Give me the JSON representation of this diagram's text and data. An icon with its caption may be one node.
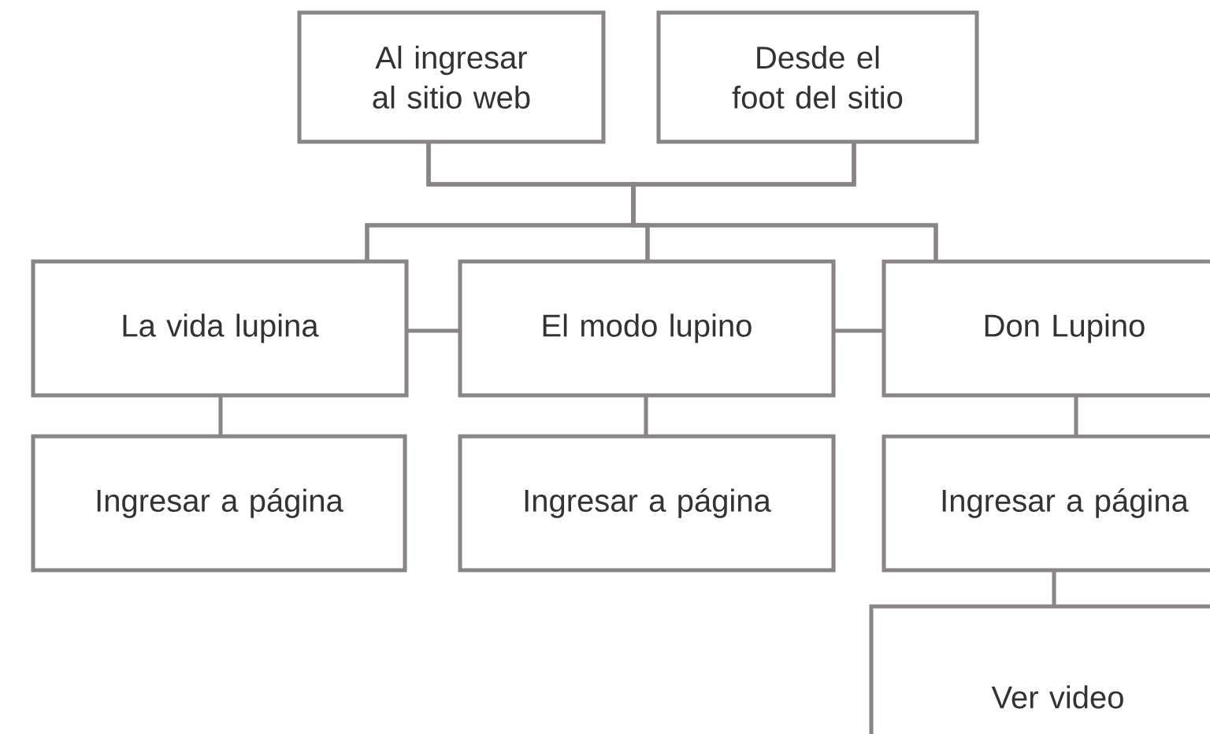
{
  "diagram": {
    "nodes": [
      {
        "text": [
          "Al ingresar al sitio web"
        ]
      },
      {
        "text": [
          "Desde el foot del sitio"
        ]
      },
      {
        "text": [
          "La vida lupina"
        ]
      },
      {
        "text": [
          "El modo lupino"
        ]
      },
      {
        "text": [
          "Don Lupino"
        ]
      },
      {
        "text": [
          "Ingresar a página"
        ]
      },
      {
        "text": [
          "Ingresar a página"
        ]
      },
      {
        "text": [
          "Ingresar a página"
        ]
      },
      {
        "text": [
          "Ver video"
        ]
      }
    ],
    "edges": [
      {
        "from": 0,
        "to": 2,
        "arrow": "none"
      },
      {
        "from": 0,
        "to": 3,
        "arrow": "none"
      },
      {
        "from": 0,
        "to": 4,
        "arrow": "none"
      },
      {
        "from": 1,
        "to": 2,
        "arrow": "none"
      },
      {
        "from": 1,
        "to": 3,
        "arrow": "none"
      },
      {
        "from": 1,
        "to": 4,
        "arrow": "none"
      },
      {
        "from": 2,
        "to": 3,
        "arrow": "none"
      },
      {
        "from": 3,
        "to": 4,
        "arrow": "none"
      },
      {
        "from": 2,
        "to": 5,
        "arrow": "none"
      },
      {
        "from": 3,
        "to": 6,
        "arrow": "none"
      },
      {
        "from": 4,
        "to": 7,
        "arrow": "none"
      },
      {
        "from": 7,
        "to": 8,
        "arrow": "none"
      }
    ]
  }
}
